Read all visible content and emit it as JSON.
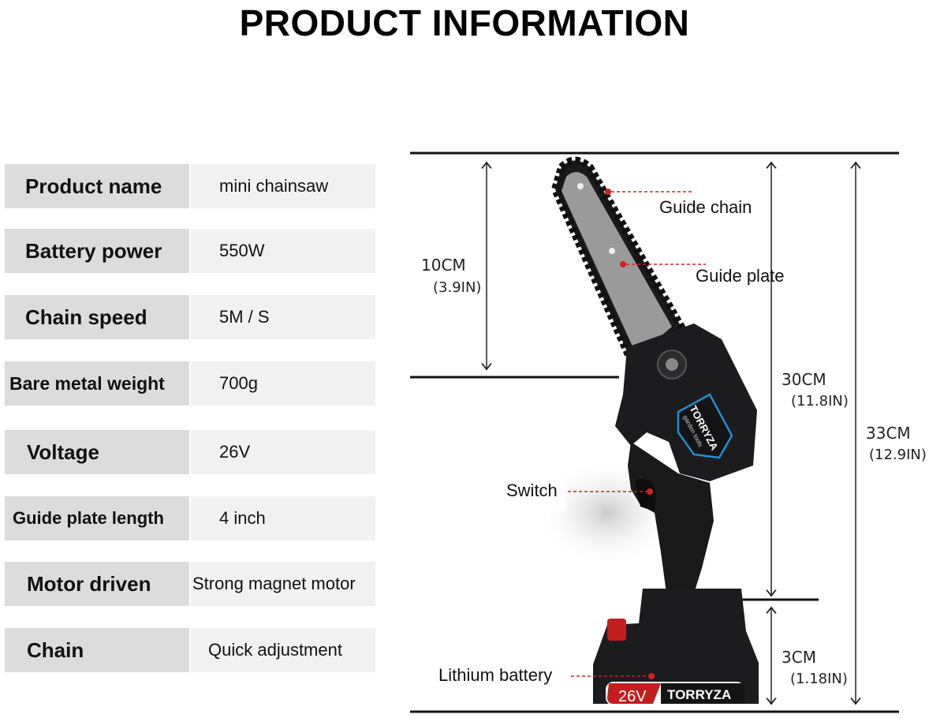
{
  "title": "PRODUCT INFORMATION",
  "specs": [
    {
      "label": "Product name",
      "value": "mini chainsaw"
    },
    {
      "label": "Battery power",
      "value": "550W"
    },
    {
      "label": "Chain speed",
      "value": "5M / S"
    },
    {
      "label": "Bare metal weight",
      "value": "700g"
    },
    {
      "label": "Voltage",
      "value": "26V"
    },
    {
      "label": "Guide plate length",
      "value": "4 inch"
    },
    {
      "label": "Motor driven",
      "value": "Strong magnet motor"
    },
    {
      "label": "Chain",
      "value": "Quick adjustment"
    }
  ],
  "dimensions": {
    "blade": {
      "cm": "10CM",
      "in": "(3.9IN)"
    },
    "body": {
      "cm": "30CM",
      "in": "(11.8IN)"
    },
    "total": {
      "cm": "33CM",
      "in": "(12.9IN)"
    },
    "battery": {
      "cm": "3CM",
      "in": "(1.18IN)"
    }
  },
  "callouts": {
    "guide_chain": "Guide chain",
    "guide_plate": "Guide plate",
    "switch": "Switch",
    "lithium_battery": "Lithium battery"
  },
  "product_branding": {
    "side_brand": "TORRYZA",
    "side_sub": "garden tools",
    "battery_voltage": "26V",
    "battery_brand": "TORRYZA"
  },
  "colors": {
    "label_bg": "#dcdcdc",
    "value_bg": "#f1f1f1",
    "callout_red": "#d42020",
    "accent_blue": "#1f8fd6"
  }
}
